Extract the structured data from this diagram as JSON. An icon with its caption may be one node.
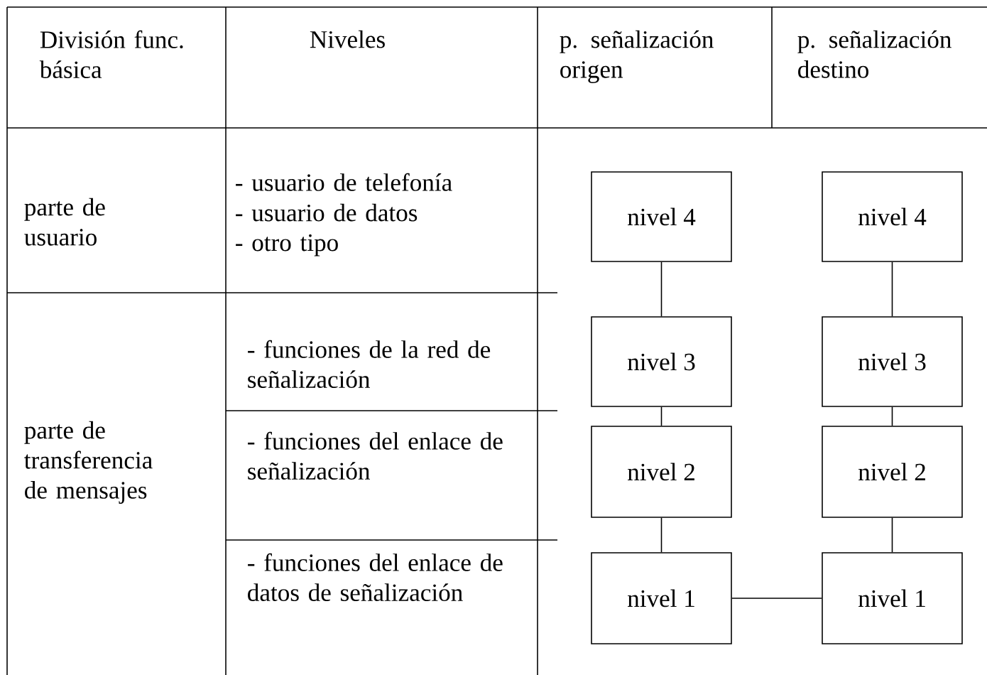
{
  "diagram": {
    "nodes": [
      {
        "text": [
          "nivel 4"
        ]
      },
      {
        "text": [
          "nivel 4"
        ]
      },
      {
        "text": [
          "nivel 3"
        ]
      },
      {
        "text": [
          "nivel 3"
        ]
      },
      {
        "text": [
          "nivel 2"
        ]
      },
      {
        "text": [
          "nivel 2"
        ]
      },
      {
        "text": [
          "nivel 1"
        ]
      },
      {
        "text": [
          "nivel 1"
        ]
      }
    ],
    "edges": [
      {
        "from": 0,
        "to": 2,
        "arrow": "none"
      },
      {
        "from": 1,
        "to": 3,
        "arrow": "none"
      },
      {
        "from": 2,
        "to": 4,
        "arrow": "none"
      },
      {
        "from": 3,
        "to": 5,
        "arrow": "none"
      },
      {
        "from": 4,
        "to": 6,
        "arrow": "none"
      },
      {
        "from": 5,
        "to": 7,
        "arrow": "none"
      },
      {
        "from": 6,
        "to": 7,
        "arrow": "none"
      }
    ],
    "labels": [
      "División func. básica",
      "Niveles",
      "p. señalización origen",
      "p. señalización destino",
      "parte de usuario",
      "- usuario de telefonía",
      "- usuario de datos",
      "- otro tipo",
      "parte de transferencia de mensajes",
      "- funciones de la red de señalización",
      "- funciones del enlace de señalización",
      "- funciones del enlace de datos de señalización"
    ]
  }
}
